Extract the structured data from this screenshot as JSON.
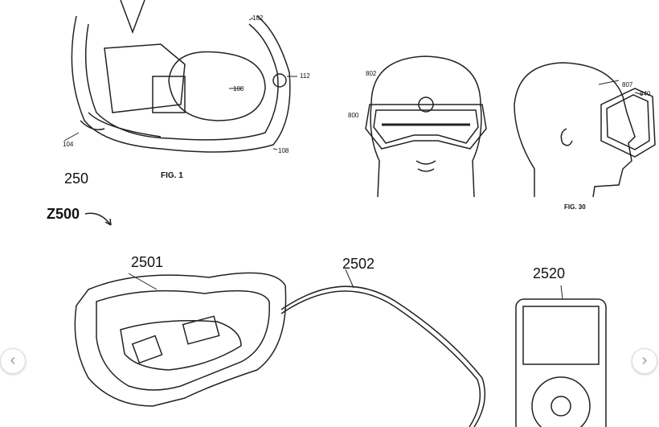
{
  "fig1": {
    "labels": [
      "102",
      "112",
      "108",
      "108",
      "104"
    ],
    "ref": "250",
    "caption": "FIG. 1"
  },
  "fig30": {
    "labels": [
      "802",
      "800",
      "807",
      "840"
    ],
    "caption": "FIG. 30"
  },
  "fig25": {
    "ref": "Z500",
    "labels": [
      "2501",
      "2502",
      "2520"
    ]
  },
  "carousel": {
    "prev_icon": "chevron-left-icon",
    "next_icon": "chevron-right-icon",
    "prev": "‹",
    "next": "›"
  }
}
